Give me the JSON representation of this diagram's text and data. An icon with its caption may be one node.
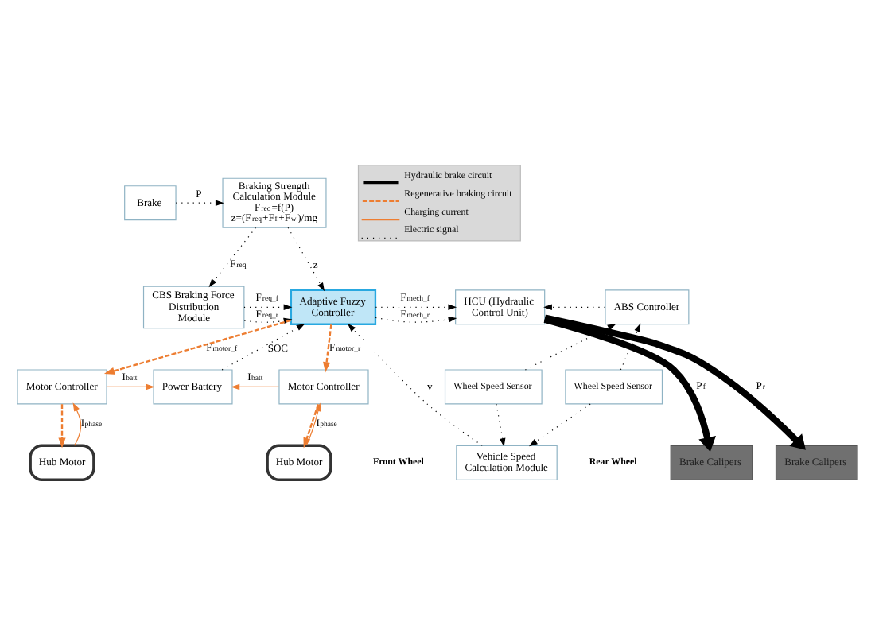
{
  "diagram": {
    "nodes": [
      {
        "text": [
          "Braking Strength Calculation Module",
          "F$_{req}$=f(P)",
          "z=(F$_{req}$+F$_{f}$+F$_{w}$)/mg"
        ]
      },
      {
        "text": [
          "Brake"
        ]
      },
      {
        "text": [
          "CBS Braking Force Distribution Module"
        ]
      },
      {
        "text": [
          "Adaptive Fuzzy Controller"
        ]
      },
      {
        "text": [
          "HCU (Hydraulic Control Unit)"
        ]
      },
      {
        "text": [
          "ABS Controller"
        ]
      },
      {
        "text": [
          "Motor Controller"
        ]
      },
      {
        "text": [
          "Power Battery"
        ]
      },
      {
        "text": [
          "Motor Controller"
        ]
      },
      {
        "text": [
          "Brake Calipers"
        ]
      },
      {
        "text": [
          "Hub Motor"
        ]
      },
      {
        "text": [
          "Vehicle Speed Calculation Module"
        ]
      },
      {
        "text": [
          "Brake Calipers"
        ]
      },
      {
        "text": [
          "Hub Motor"
        ]
      },
      {
        "text": [
          "Wheel Speed Sensor"
        ]
      },
      {
        "text": [
          "Wheel Speed Sensor"
        ]
      }
    ],
    "edges": [
      {
        "from": 1,
        "to": 0,
        "arrow": "to",
        "label": "P",
        "style": "dashed"
      },
      {
        "from": 0,
        "to": 2,
        "arrow": "to",
        "label": "F$_{req}$",
        "style": "dashed"
      },
      {
        "from": 2,
        "to": 3,
        "arrow": "to",
        "label": "F$_{req_f}$",
        "style": "dashed"
      },
      {
        "from": 2,
        "to": 3,
        "arrow": "to",
        "label": "F$_{req_r}$",
        "style": "dashed"
      },
      {
        "from": 3,
        "to": 4,
        "arrow": "to",
        "label": "F$_{mech_f}$",
        "style": "dashed"
      },
      {
        "from": 3,
        "to": 4,
        "arrow": "to",
        "label": "F$_{mech_r}$",
        "style": "dashed"
      },
      {
        "from": 5,
        "to": 4,
        "arrow": "to",
        "style": "dashed"
      },
      {
        "from": 4,
        "to": 9,
        "arrow": "to",
        "label": "P$_{f}$",
        "style": "thick"
      },
      {
        "from": 4,
        "to": 12,
        "arrow": "to",
        "label": "P$_{r}$",
        "style": "thick"
      },
      {
        "from": 3,
        "to": 6,
        "arrow": "to",
        "label": "F$_{motor_f}$",
        "style": "dashed",
        "color": "#ed7d31"
      },
      {
        "from": 3,
        "to": 8,
        "arrow": "to",
        "label": "F$_{motor_r}$",
        "style": "dashed",
        "color": "#ed7d31"
      },
      {
        "from": 6,
        "to": 10,
        "arrow": "to",
        "style": "dashed",
        "color": "#ed7d31"
      },
      {
        "from": 10,
        "to": 6,
        "arrow": "to",
        "label": "I$_{phase}$",
        "color": "#ed7d31"
      },
      {
        "from": 6,
        "to": 7,
        "arrow": "to",
        "label": "I$_{batt}$",
        "color": "#ed7d31"
      },
      {
        "from": 8,
        "to": 7,
        "arrow": "to",
        "label": "I$_{batt}$",
        "color": "#ed7d31"
      },
      {
        "from": 8,
        "to": 13,
        "arrow": "to",
        "style": "dashed",
        "color": "#ed7d31"
      },
      {
        "from": 13,
        "to": 8,
        "arrow": "to",
        "label": "I$_{phase}$",
        "color": "#ed7d31"
      },
      {
        "from": 0,
        "to": 3,
        "arrow": "to",
        "label": "z",
        "style": "dashed"
      },
      {
        "from": 11,
        "to": 3,
        "arrow": "to",
        "label": "v",
        "style": "dashed"
      },
      {
        "from": 7,
        "to": 3,
        "arrow": "to",
        "label": "SOC",
        "style": "dashed"
      },
      {
        "from": 14,
        "to": 11,
        "arrow": "to",
        "style": "dashed"
      },
      {
        "from": 15,
        "to": 11,
        "arrow": "to",
        "style": "dashed"
      },
      {
        "from": 14,
        "to": 5,
        "arrow": "to",
        "style": "dashed"
      },
      {
        "from": 15,
        "to": 5,
        "arrow": "to",
        "style": "dashed"
      }
    ],
    "labels": [
      "Front Wheel",
      "Rear Wheel"
    ],
    "legend": [
      {
        "text": "Hydraulic brake circuit"
      },
      {
        "text": "Regenerative braking circuit"
      },
      {
        "text": "Charging current"
      },
      {
        "text": "Electric signal"
      }
    ]
  }
}
